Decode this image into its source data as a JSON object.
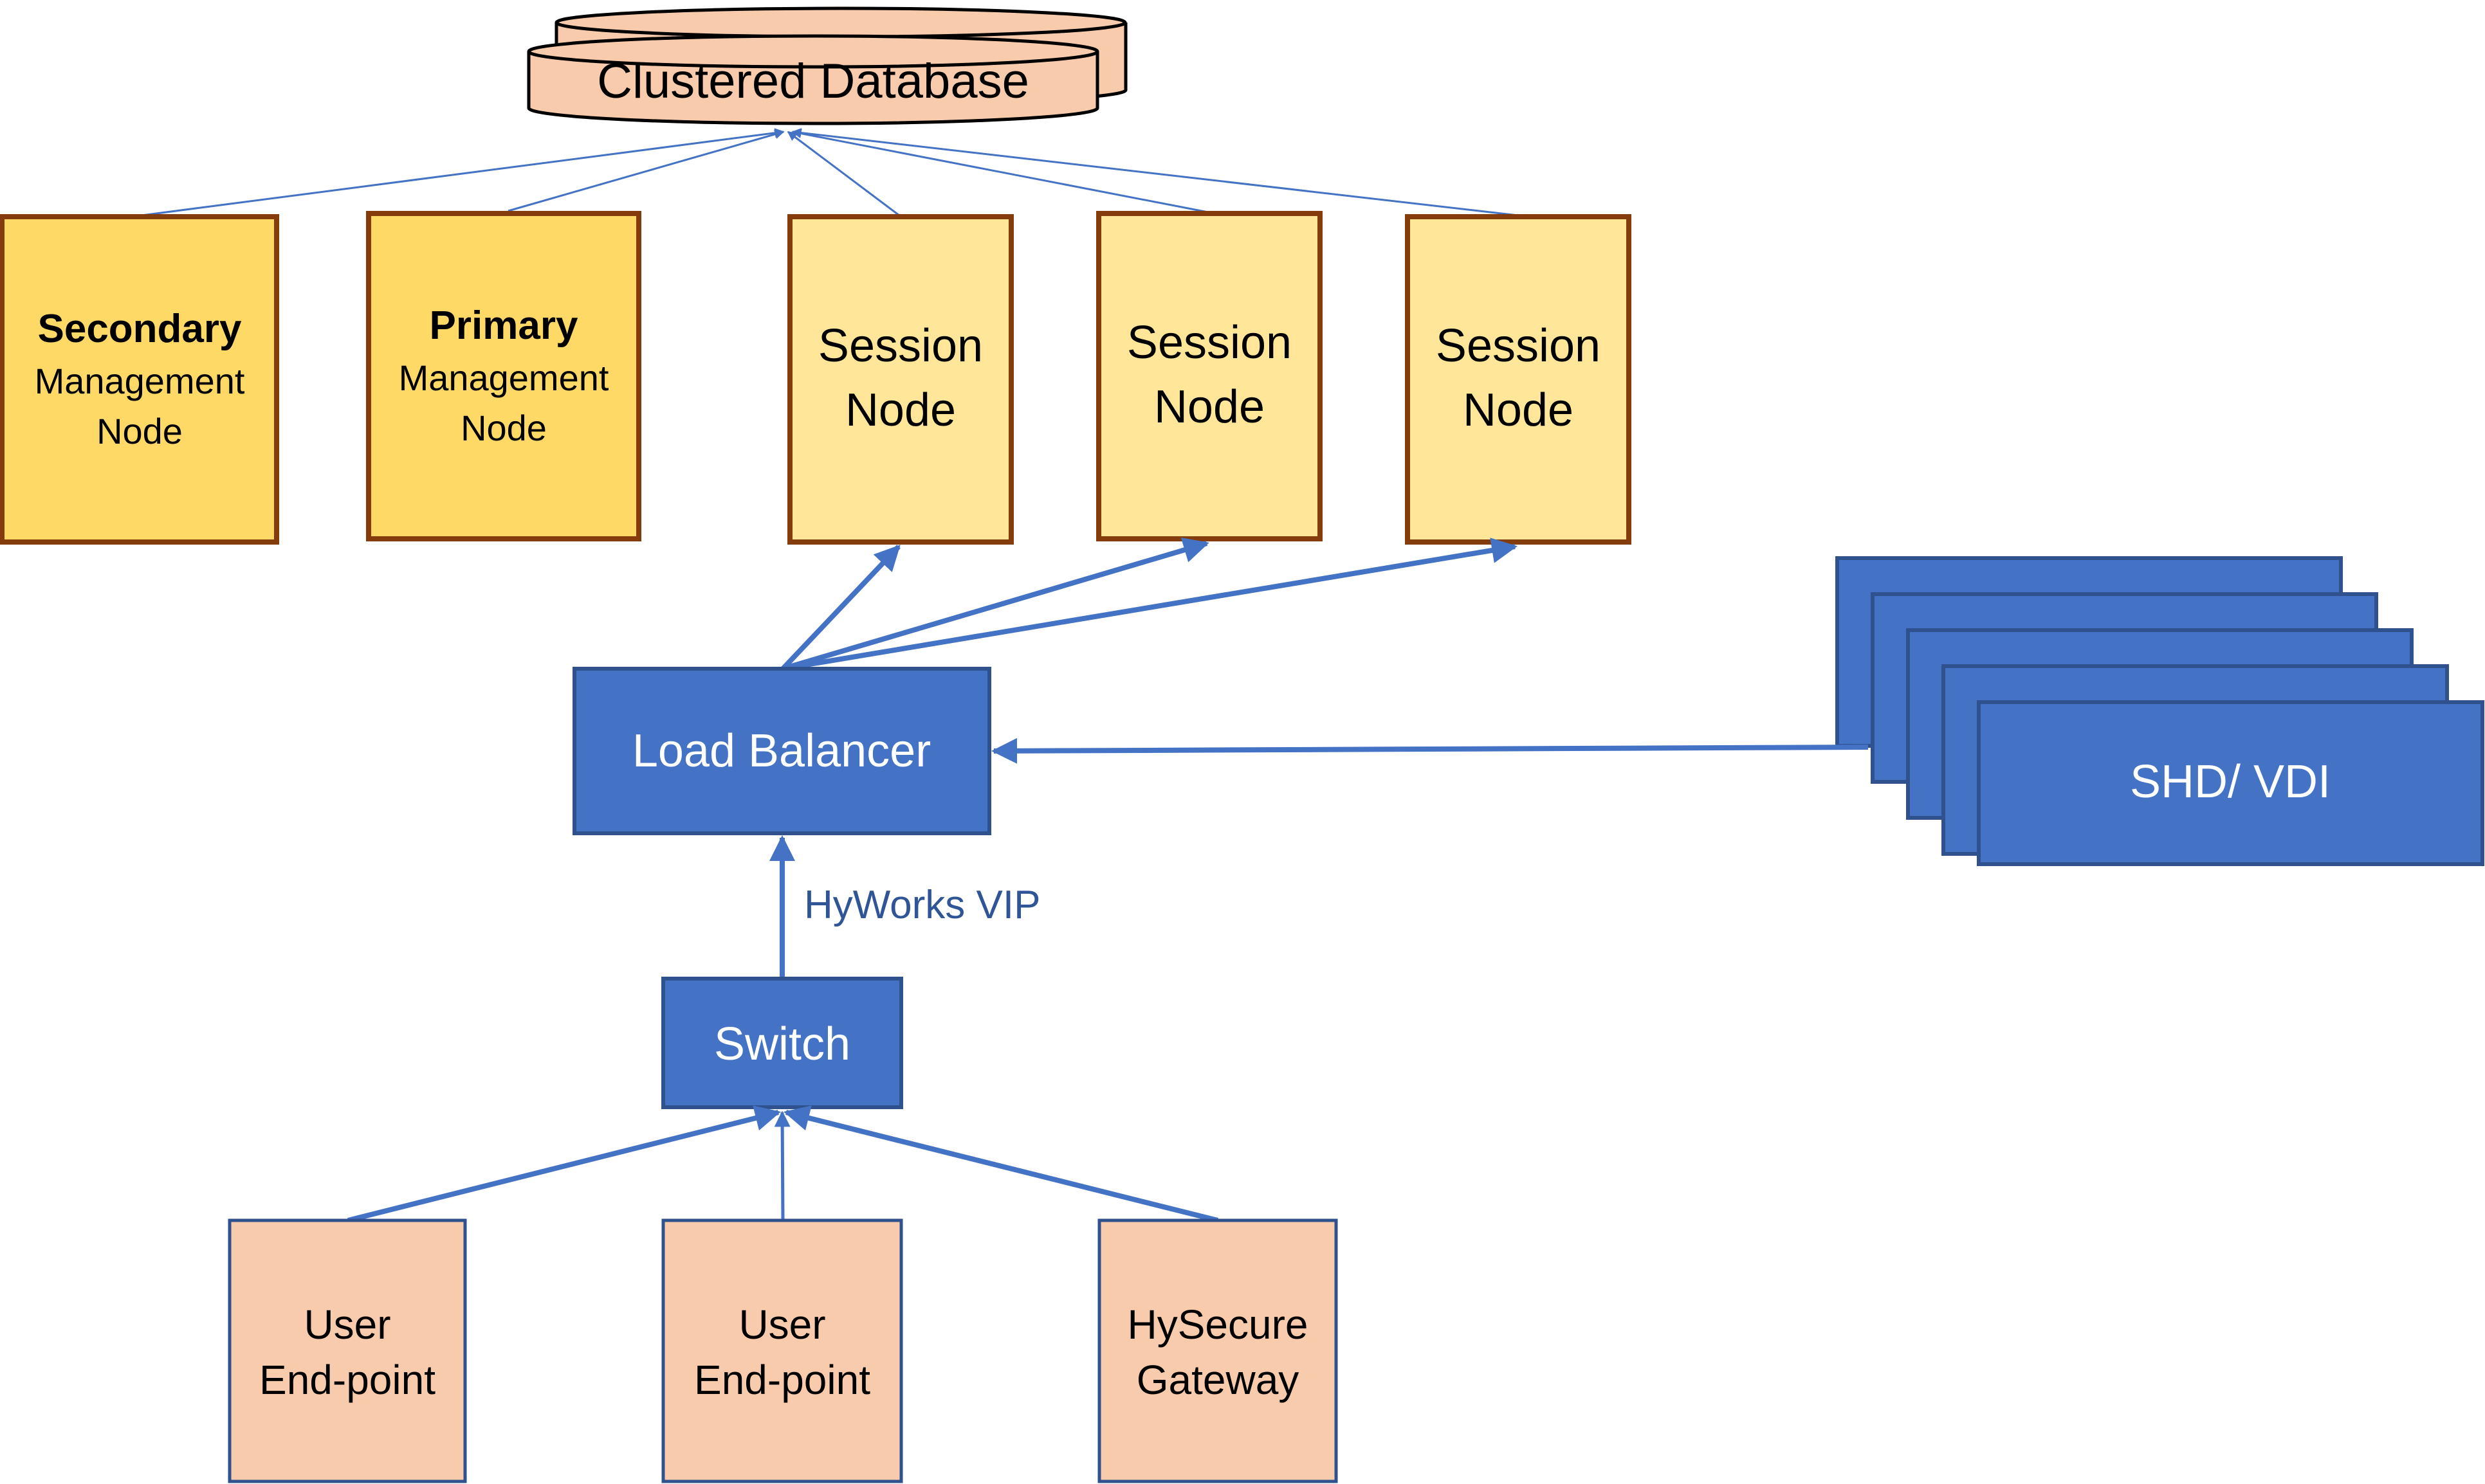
{
  "diagram": {
    "colors": {
      "database_fill": "#F8CBAD",
      "management_fill": "#FFD966",
      "session_fill": "#FFE699",
      "node_border": "#843C0C",
      "blue_fill": "#4472C4",
      "blue_border": "#2F528F",
      "endpoint_fill": "#F8CBAD",
      "arrow": "#4472C4"
    },
    "database": {
      "label": "Clustered Database"
    },
    "management_nodes": [
      {
        "title": "Secondary",
        "line2": "Management",
        "line3": "Node"
      },
      {
        "title": "Primary",
        "line2": "Management",
        "line3": "Node"
      }
    ],
    "session_nodes": [
      {
        "line1": "Session",
        "line2": "Node"
      },
      {
        "line1": "Session",
        "line2": "Node"
      },
      {
        "line1": "Session",
        "line2": "Node"
      }
    ],
    "load_balancer": {
      "label": "Load Balancer"
    },
    "vip_label": "HyWorks VIP",
    "switch": {
      "label": "Switch"
    },
    "shd_vdi": {
      "label": "SHD/ VDI",
      "stack_count": 5
    },
    "endpoints": [
      {
        "line1": "User",
        "line2": "End-point"
      },
      {
        "line1": "User",
        "line2": "End-point"
      },
      {
        "line1": "HySecure",
        "line2": "Gateway"
      }
    ]
  }
}
